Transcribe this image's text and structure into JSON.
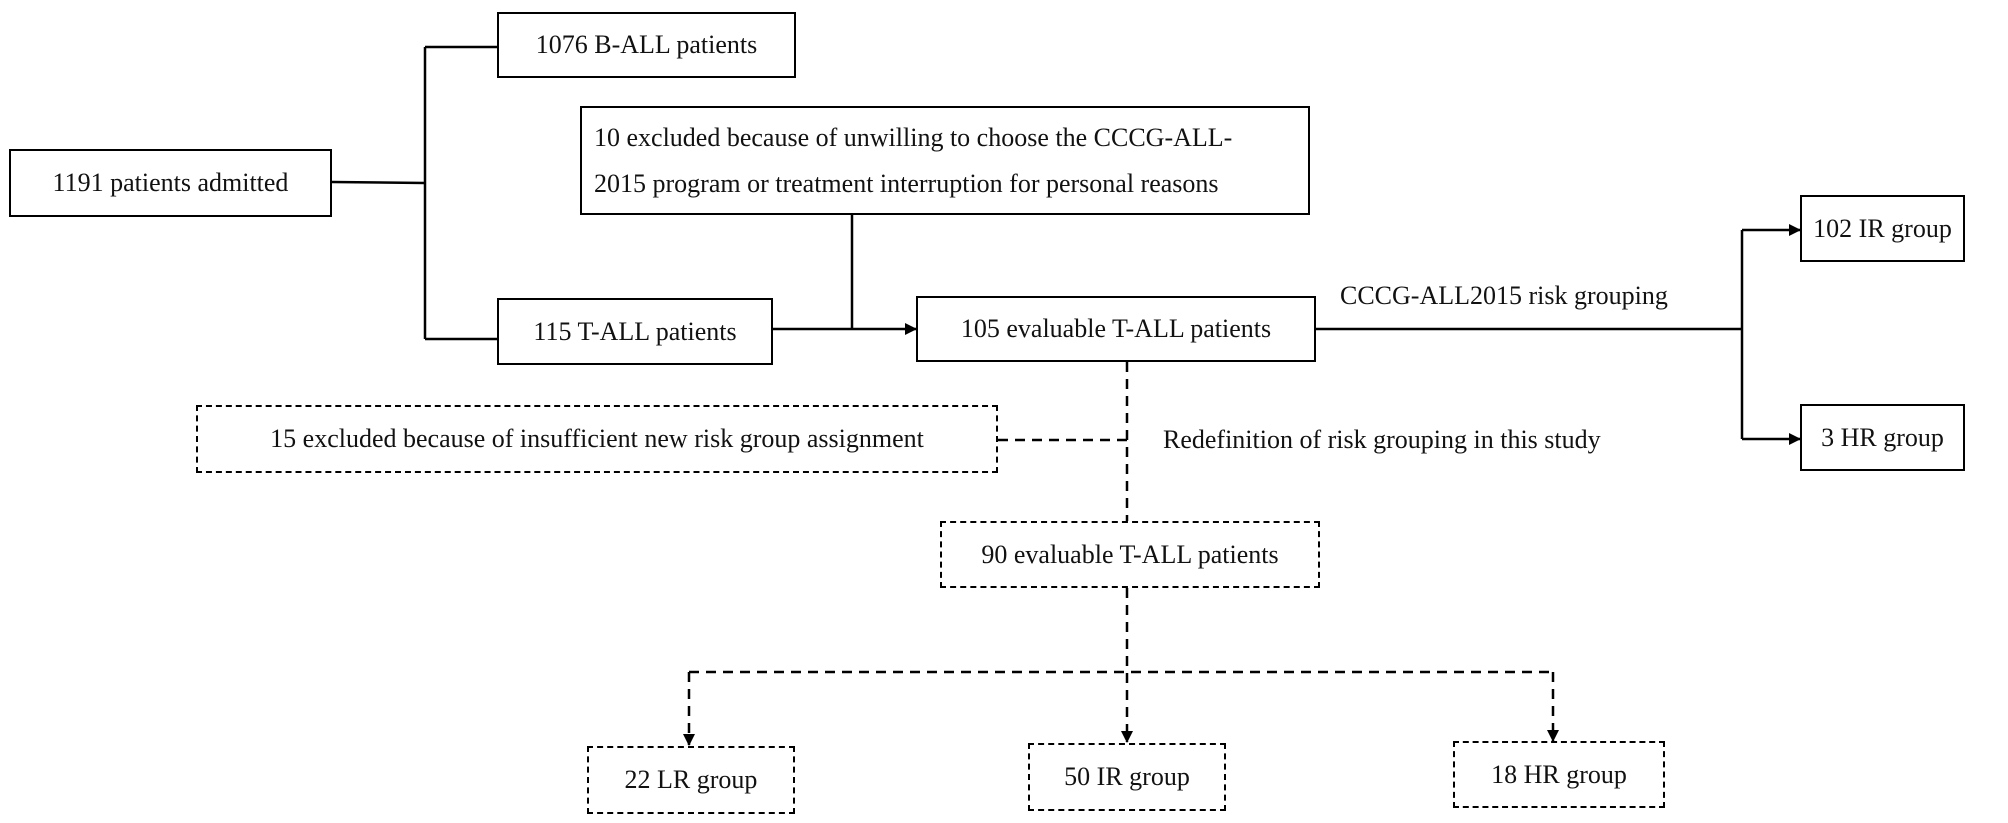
{
  "nodes": {
    "admitted": "1191 patients admitted",
    "ball": "1076 B-ALL patients",
    "excluded_10": "10 excluded because of unwilling to choose the CCCG-ALL-2015 program or treatment interruption for personal reasons",
    "excluded_10_line1": "10 excluded because of unwilling to choose the CCCG-ALL-",
    "excluded_10_line2": "2015 program or treatment interruption for personal reasons",
    "tall": "115 T-ALL patients",
    "evaluable_105": "105 evaluable T-ALL patients",
    "ir_102": "102 IR group",
    "hr_3": "3 HR group",
    "excluded_15": "15 excluded because of insufficient new risk group assignment",
    "evaluable_90": "90 evaluable T-ALL patients",
    "lr_22": "22 LR group",
    "ir_50": "50 IR group",
    "hr_18": "18 HR group"
  },
  "labels": {
    "cccg_grouping": "CCCG-ALL2015 risk grouping",
    "redefinition": "Redefinition of risk grouping in this study"
  }
}
